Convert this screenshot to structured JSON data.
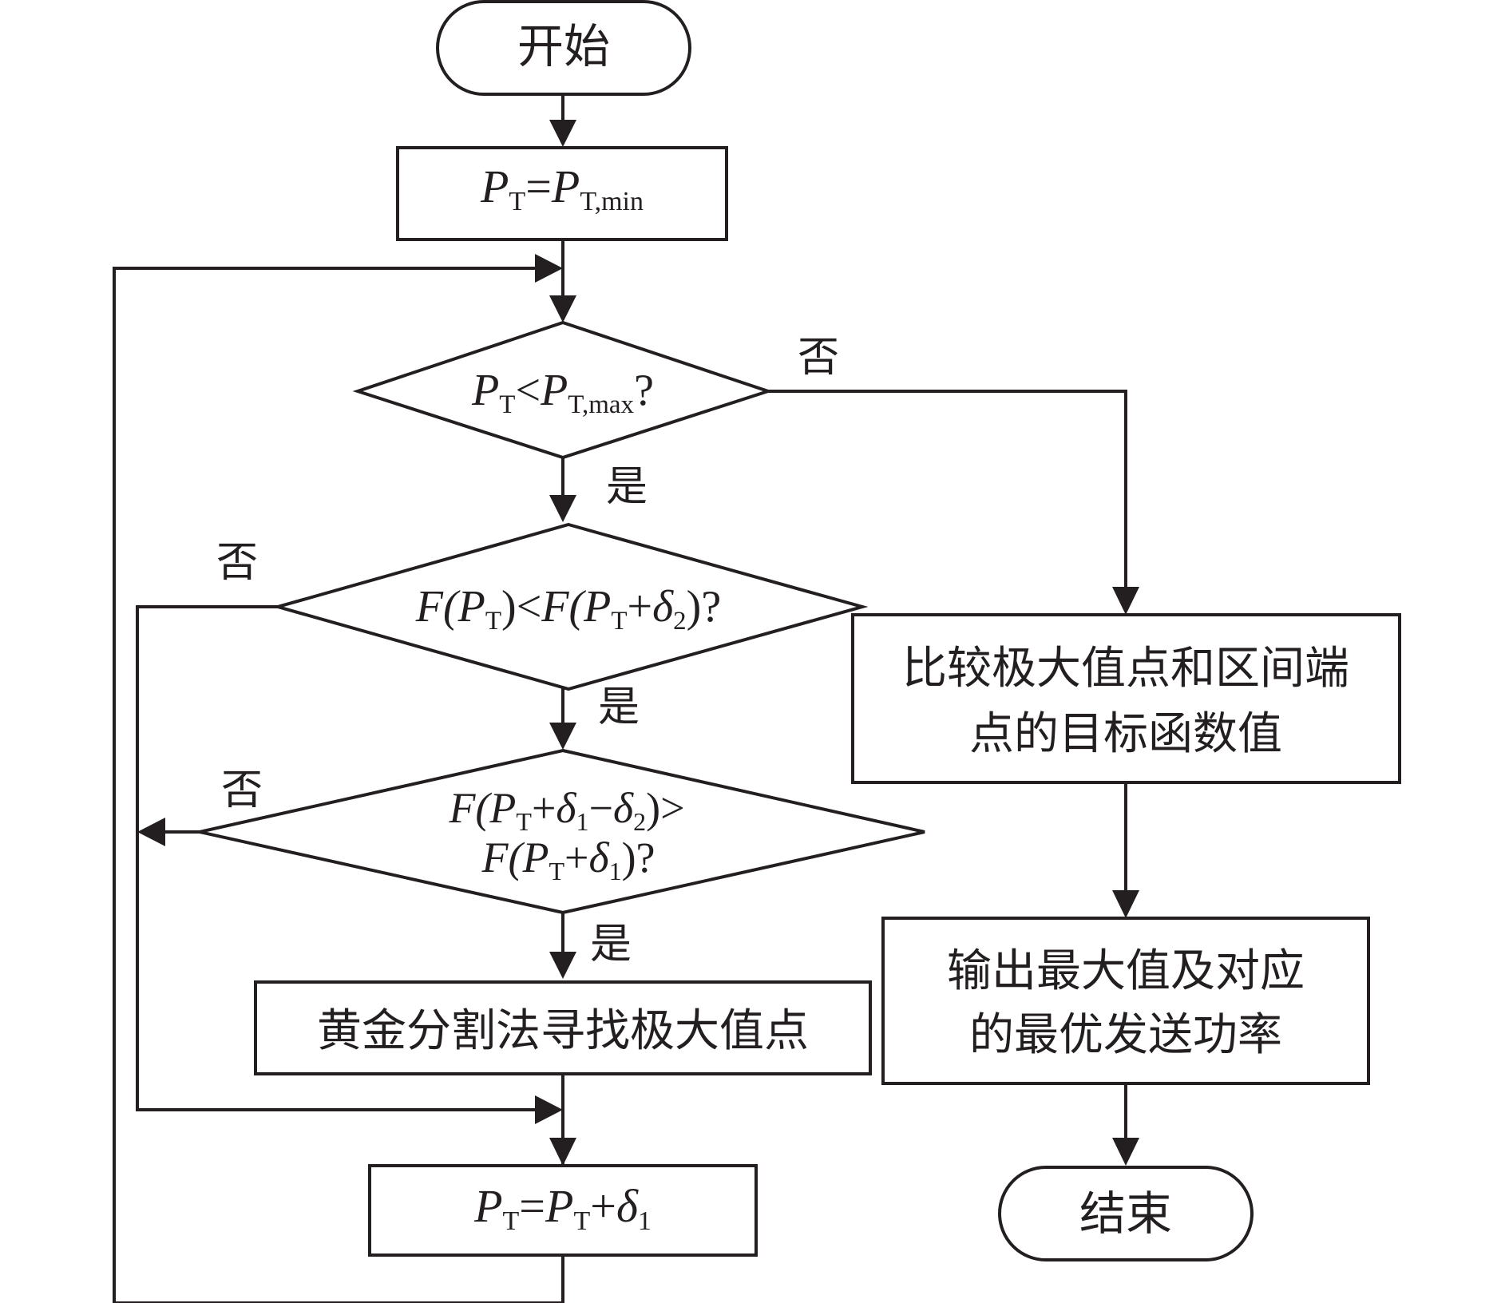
{
  "nodes": {
    "start": {
      "text": "开始"
    },
    "init": {
      "lhs": "P",
      "lhs_sub": "T",
      "op": "=",
      "rhs": "P",
      "rhs_sub": "T,min"
    },
    "cond1": {
      "lhs": "P",
      "lhs_sub": "T",
      "op": "<",
      "rhs": "P",
      "rhs_sub": "T,max",
      "q": "?"
    },
    "cond2": {
      "f1": "F(",
      "p1": "P",
      "s1": "T",
      "c1": ")",
      "op": "<",
      "f2": "F(",
      "p2": "P",
      "s2": "T",
      "plus": "+",
      "delta": "δ",
      "dsub": "2",
      "c2": ")",
      "q": "?"
    },
    "cond3": {
      "l1_f": "F(",
      "l1_p": "P",
      "l1_s": "T",
      "l1_plus": "+",
      "l1_d1": "δ",
      "l1_d1s": "1",
      "l1_minus": "−",
      "l1_d2": "δ",
      "l1_d2s": "2",
      "l1_c": ")",
      "l1_op": ">",
      "l2_f": "F(",
      "l2_p": "P",
      "l2_s": "T",
      "l2_plus": "+",
      "l2_d": "δ",
      "l2_ds": "1",
      "l2_c": ")",
      "l2_q": "?"
    },
    "golden": {
      "text": "黄金分割法寻找极大值点"
    },
    "update": {
      "lhs": "P",
      "lhs_sub": "T",
      "op": "=",
      "rhs": "P",
      "rhs_sub": "T",
      "plus": "+",
      "delta": "δ",
      "dsub": "1"
    },
    "compare": {
      "line1": "比较极大值点和区间端",
      "line2": "点的目标函数值"
    },
    "output": {
      "line1": "输出最大值及对应",
      "line2": "的最优发送功率"
    },
    "end": {
      "text": "结束"
    }
  },
  "labels": {
    "yes1": "是",
    "yes2": "是",
    "yes3": "是",
    "no1": "否",
    "no2": "否",
    "no3": "否"
  }
}
